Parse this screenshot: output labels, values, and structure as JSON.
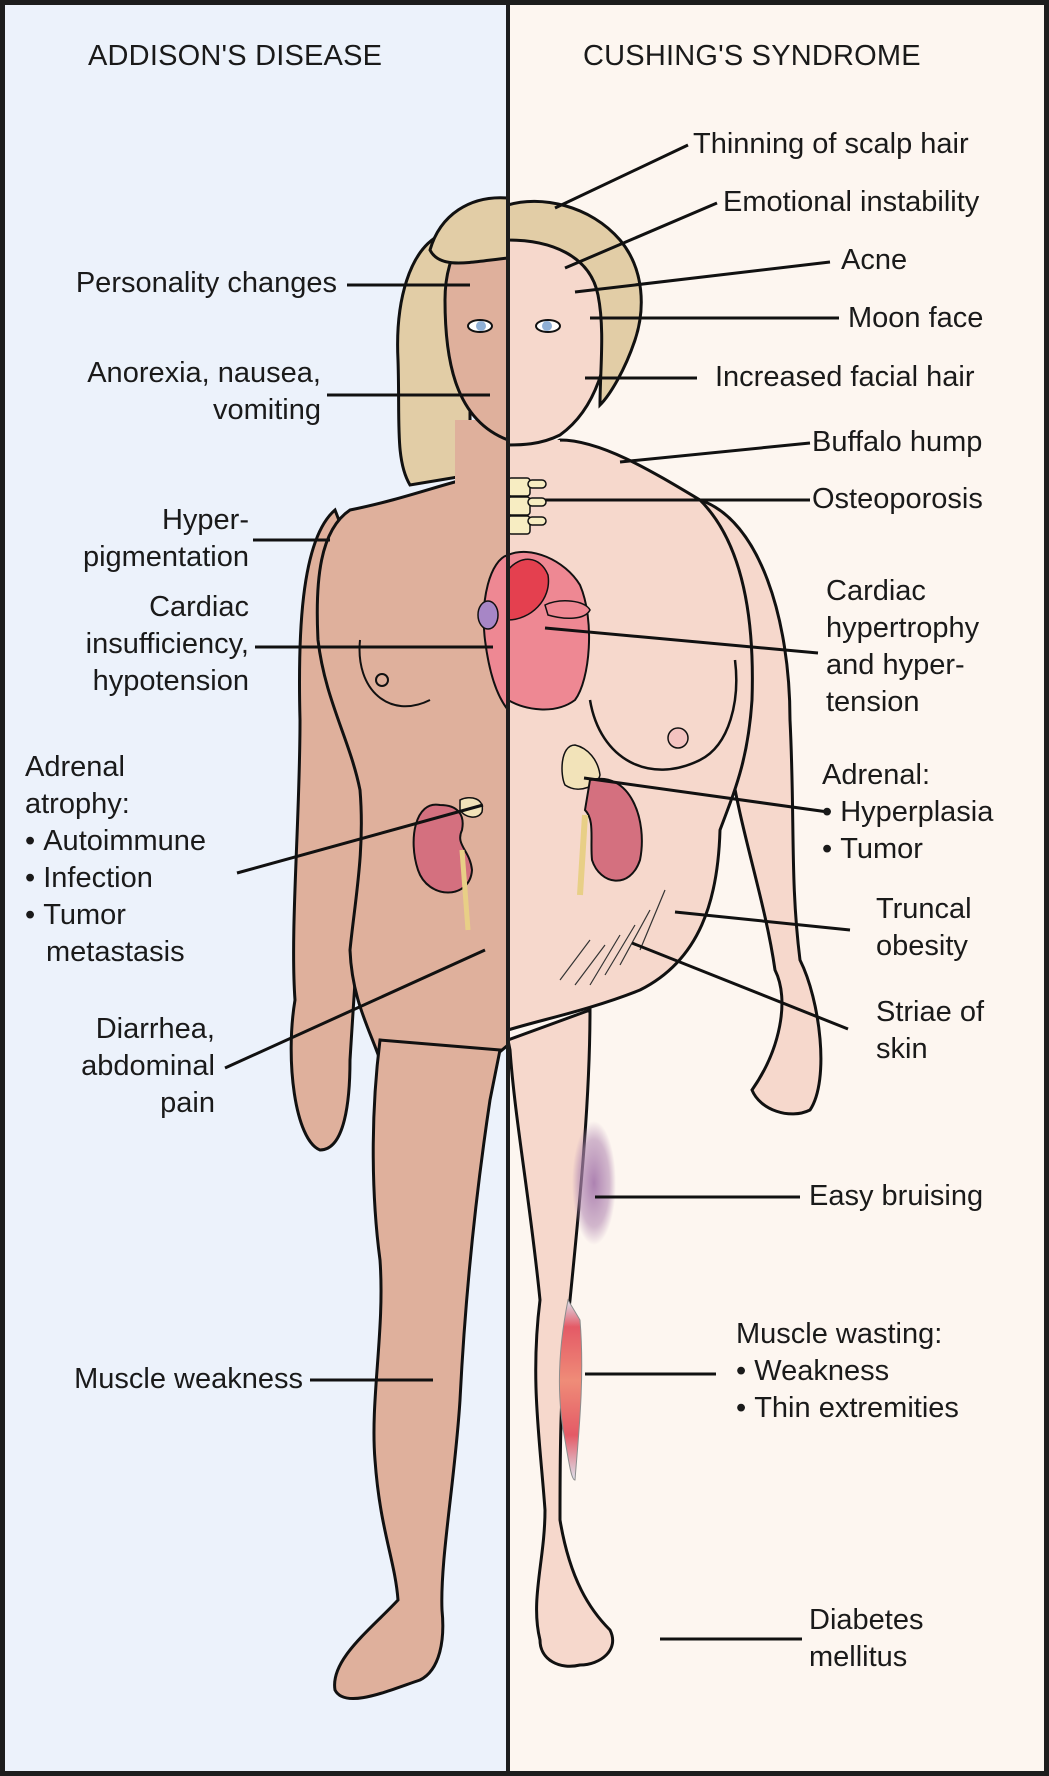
{
  "colors": {
    "left_background": "#ECF2FB",
    "right_background": "#FDF6F0",
    "frame": "#1d1d1d",
    "skin_left": "#DFB09C",
    "skin_right": "#F6D8CC",
    "hair": "#E2CDA6",
    "heart": "#EE5A6C",
    "kidney": "#D4707F",
    "adrenal": "#F2E3B9",
    "bruise": "#B48CB4",
    "muscle": "#E45A5A",
    "bone": "#F7EDC2"
  },
  "left": {
    "title": "ADDISON'S DISEASE",
    "labels": {
      "personality": "Personality changes",
      "anorexia_1": "Anorexia, nausea,",
      "anorexia_2": "vomiting",
      "hyperpig_1": "Hyper-",
      "hyperpig_2": "pigmentation",
      "cardiac_1": "Cardiac",
      "cardiac_2": "insufficiency,",
      "cardiac_3": "hypotension",
      "adrenal_1": "Adrenal",
      "adrenal_2": "atrophy:",
      "adrenal_b1": "Autoimmune",
      "adrenal_b2": "Infection",
      "adrenal_b3": "Tumor",
      "adrenal_b3b": "metastasis",
      "diarrhea_1": "Diarrhea,",
      "diarrhea_2": "abdominal",
      "diarrhea_3": "pain",
      "muscle": "Muscle weakness"
    }
  },
  "right": {
    "title": "CUSHING'S SYNDROME",
    "labels": {
      "thinning": "Thinning of scalp hair",
      "emotional": "Emotional instability",
      "acne": "Acne",
      "moon": "Moon face",
      "facial_hair": "Increased facial hair",
      "buffalo": "Buffalo hump",
      "osteo": "Osteoporosis",
      "cardiac_1": "Cardiac",
      "cardiac_2": "hypertrophy",
      "cardiac_3": "and hyper-",
      "cardiac_4": "tension",
      "adrenal_1": "Adrenal:",
      "adrenal_b1": "Hyperplasia",
      "adrenal_b2": "Tumor",
      "truncal_1": "Truncal",
      "truncal_2": "obesity",
      "striae_1": "Striae of",
      "striae_2": "skin",
      "bruising": "Easy bruising",
      "wasting_1": "Muscle wasting:",
      "wasting_b1": "Weakness",
      "wasting_b2": "Thin extremities",
      "diabetes_1": "Diabetes",
      "diabetes_2": "mellitus"
    }
  }
}
